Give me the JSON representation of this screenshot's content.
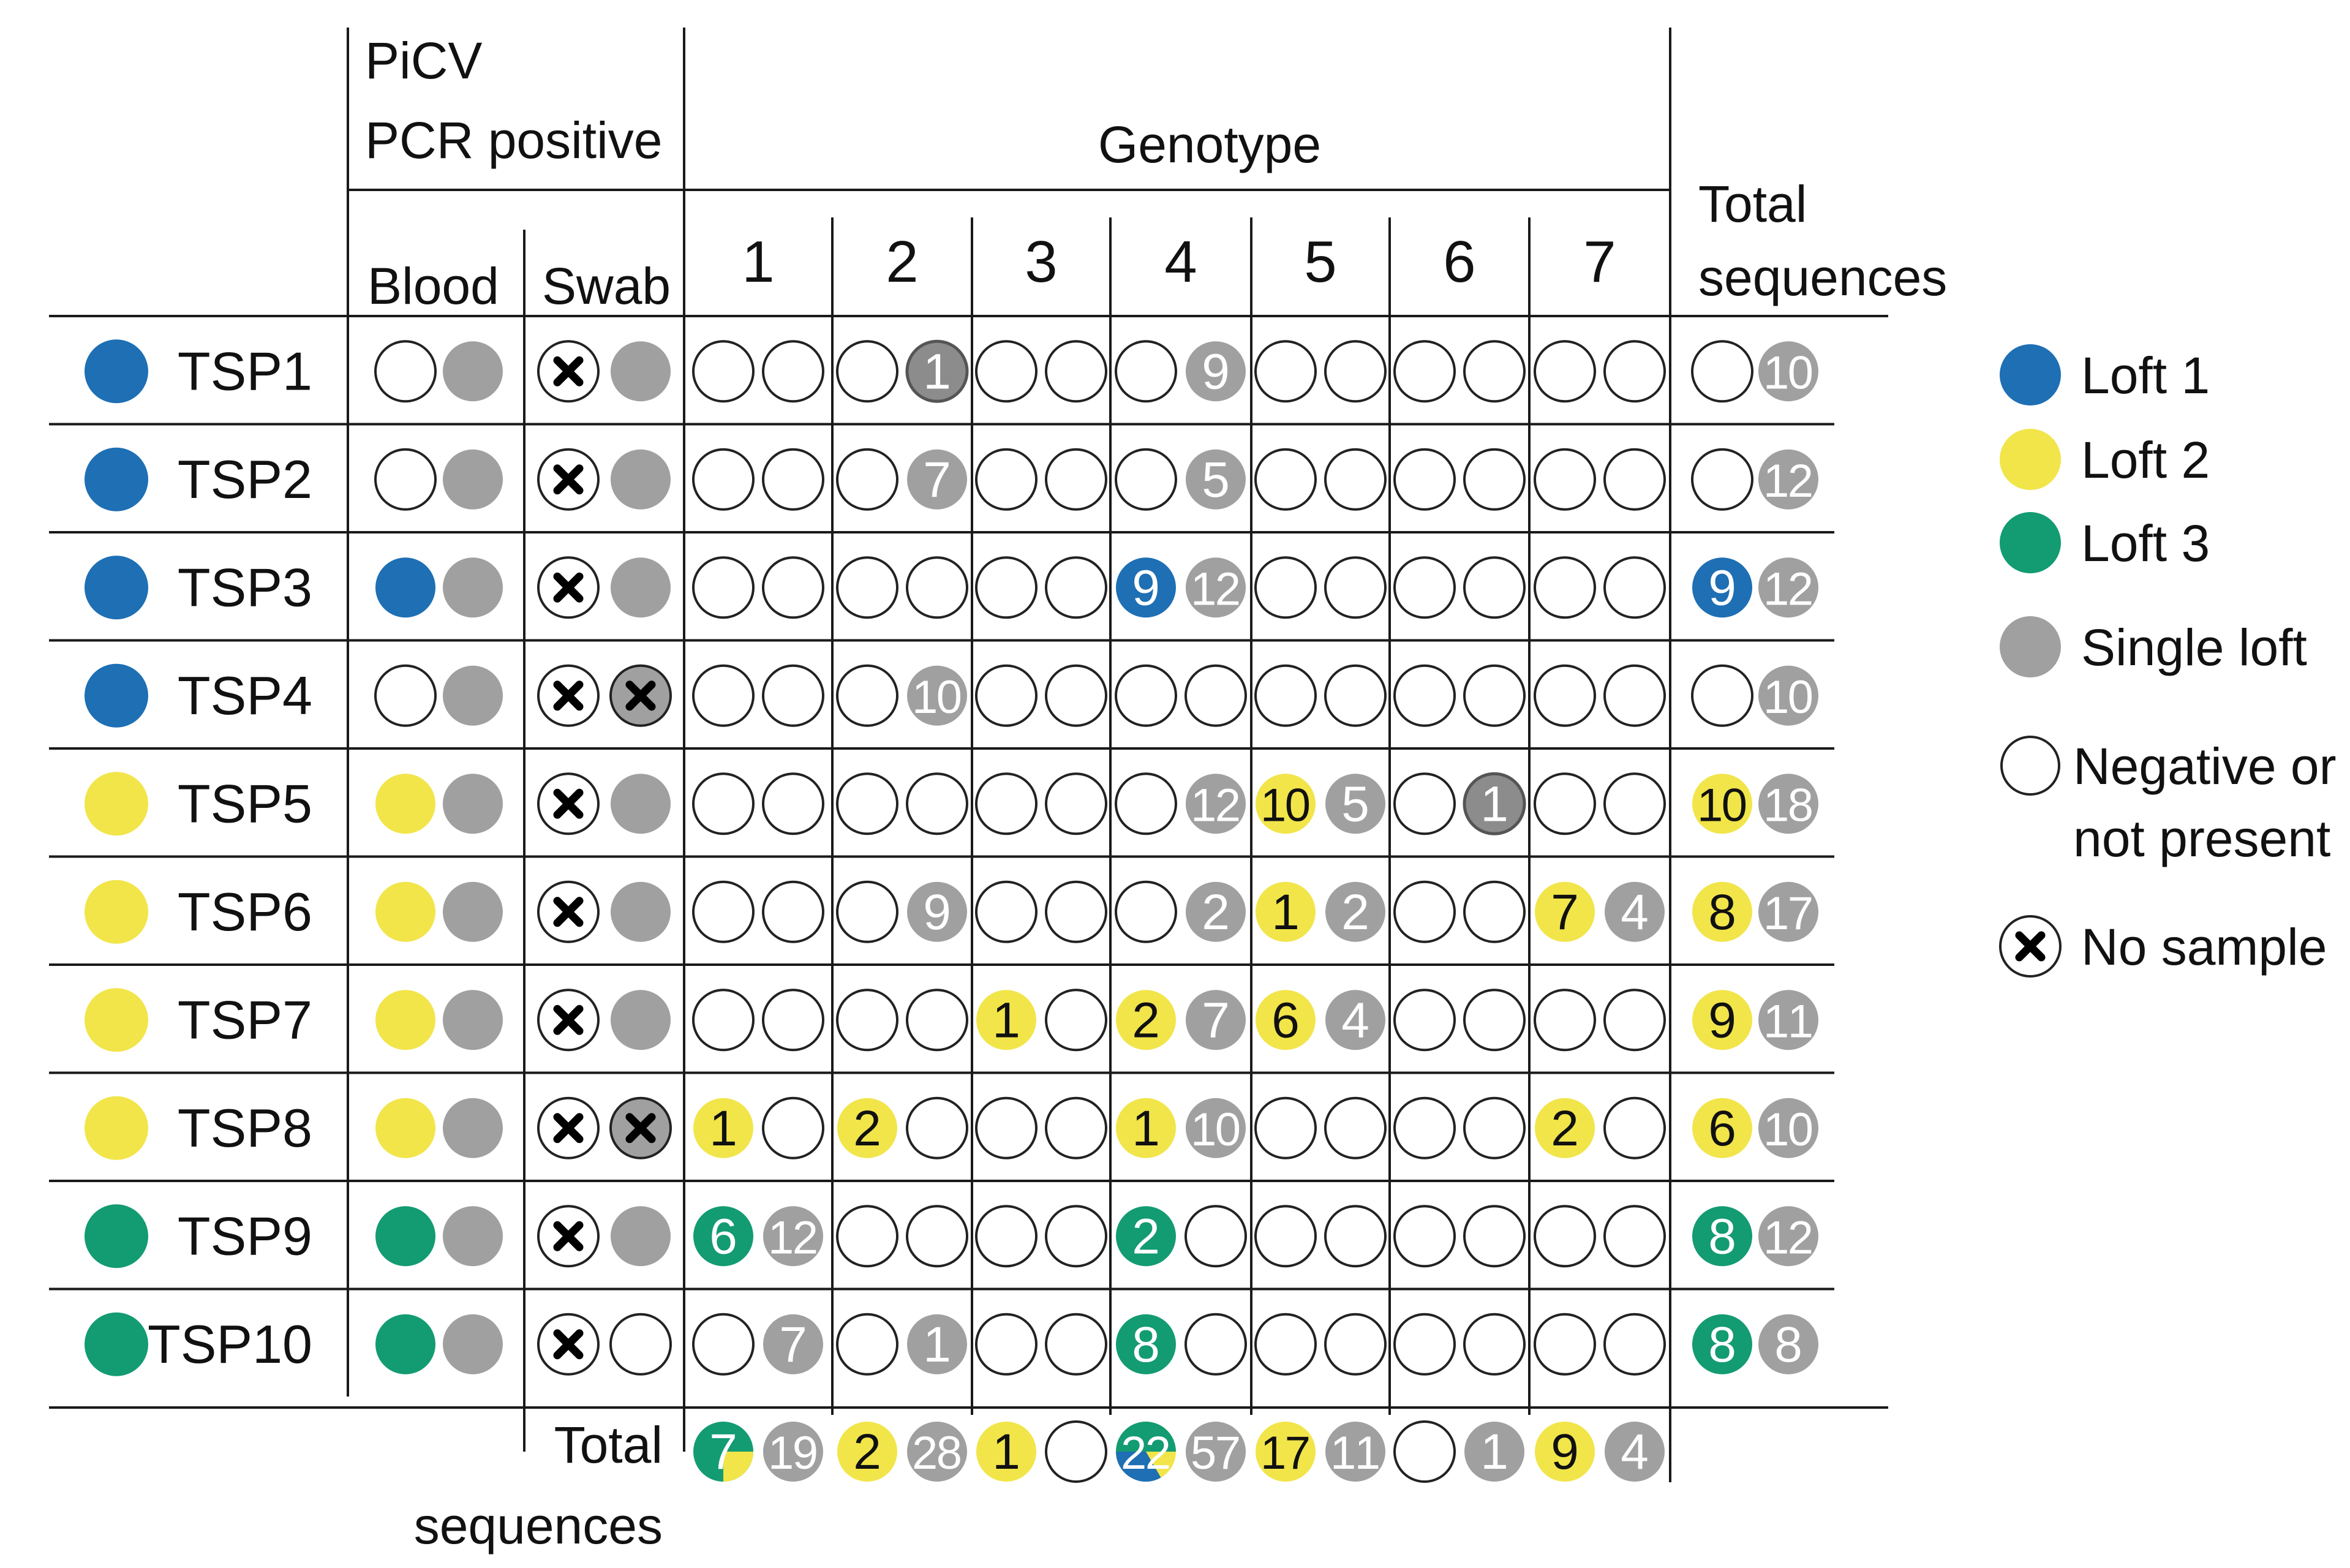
{
  "colors": {
    "loft1": "#1e6fb4",
    "loft2": "#f1e54a",
    "loft3": "#139b72",
    "single": "#a0a0a0",
    "single_dark": "#8c8c8c",
    "negative": "#ffffff",
    "outline": "#222222"
  },
  "headers": {
    "picv": "PiCV",
    "pcr_positive": "PCR positive",
    "blood": "Blood",
    "swab": "Swab",
    "genotype": "Genotype",
    "genotype_numbers": [
      "1",
      "2",
      "3",
      "4",
      "5",
      "6",
      "7"
    ],
    "total_sequences_line1": "Total",
    "total_sequences_line2": "sequences",
    "bottom_total_line1": "Total",
    "bottom_total_line2": "sequences"
  },
  "legend": [
    {
      "key": "loft1",
      "label": "Loft 1"
    },
    {
      "key": "loft2",
      "label": "Loft 2"
    },
    {
      "key": "loft3",
      "label": "Loft 3"
    },
    {
      "key": "single",
      "label": "Single loft"
    },
    {
      "key": "negative",
      "label": "Negative or",
      "label2": "not present"
    },
    {
      "key": "nosample",
      "label": "No sample"
    }
  ],
  "chart_data": {
    "type": "table",
    "rows": [
      {
        "name": "TSP1",
        "loft": "loft1",
        "blood": [
          "N",
          "S"
        ],
        "swab": [
          "X",
          "S"
        ],
        "genotypes": [
          [
            "N",
            "N"
          ],
          [
            "N",
            {
              "t": "Sd",
              "v": "1"
            }
          ],
          [
            "N",
            "N"
          ],
          [
            "N",
            {
              "t": "S",
              "v": "9"
            }
          ],
          [
            "N",
            "N"
          ],
          [
            "N",
            "N"
          ],
          [
            "N",
            "N"
          ]
        ],
        "total": [
          "N",
          {
            "t": "S",
            "v": "10"
          }
        ]
      },
      {
        "name": "TSP2",
        "loft": "loft1",
        "blood": [
          "N",
          "S"
        ],
        "swab": [
          "X",
          "S"
        ],
        "genotypes": [
          [
            "N",
            "N"
          ],
          [
            "N",
            {
              "t": "S",
              "v": "7"
            }
          ],
          [
            "N",
            "N"
          ],
          [
            "N",
            {
              "t": "S",
              "v": "5"
            }
          ],
          [
            "N",
            "N"
          ],
          [
            "N",
            "N"
          ],
          [
            "N",
            "N"
          ]
        ],
        "total": [
          "N",
          {
            "t": "S",
            "v": "12"
          }
        ]
      },
      {
        "name": "TSP3",
        "loft": "loft1",
        "blood": [
          "L1",
          "S"
        ],
        "swab": [
          "X",
          "S"
        ],
        "genotypes": [
          [
            "N",
            "N"
          ],
          [
            "N",
            "N"
          ],
          [
            "N",
            "N"
          ],
          [
            {
              "t": "L1",
              "v": "9"
            },
            {
              "t": "S",
              "v": "12"
            }
          ],
          [
            "N",
            "N"
          ],
          [
            "N",
            "N"
          ],
          [
            "N",
            "N"
          ]
        ],
        "total": [
          {
            "t": "L1",
            "v": "9"
          },
          {
            "t": "S",
            "v": "12"
          }
        ]
      },
      {
        "name": "TSP4",
        "loft": "loft1",
        "blood": [
          "N",
          "S"
        ],
        "swab": [
          "X",
          "XS"
        ],
        "genotypes": [
          [
            "N",
            "N"
          ],
          [
            "N",
            {
              "t": "S",
              "v": "10"
            }
          ],
          [
            "N",
            "N"
          ],
          [
            "N",
            "N"
          ],
          [
            "N",
            "N"
          ],
          [
            "N",
            "N"
          ],
          [
            "N",
            "N"
          ]
        ],
        "total": [
          "N",
          {
            "t": "S",
            "v": "10"
          }
        ]
      },
      {
        "name": "TSP5",
        "loft": "loft2",
        "blood": [
          "L2",
          "S"
        ],
        "swab": [
          "X",
          "S"
        ],
        "genotypes": [
          [
            "N",
            "N"
          ],
          [
            "N",
            "N"
          ],
          [
            "N",
            "N"
          ],
          [
            "N",
            {
              "t": "S",
              "v": "12"
            }
          ],
          [
            {
              "t": "L2",
              "v": "10"
            },
            {
              "t": "S",
              "v": "5"
            }
          ],
          [
            "N",
            {
              "t": "Sd",
              "v": "1"
            }
          ],
          [
            "N",
            "N"
          ]
        ],
        "total": [
          {
            "t": "L2",
            "v": "10"
          },
          {
            "t": "S",
            "v": "18"
          }
        ]
      },
      {
        "name": "TSP6",
        "loft": "loft2",
        "blood": [
          "L2",
          "S"
        ],
        "swab": [
          "X",
          "S"
        ],
        "genotypes": [
          [
            "N",
            "N"
          ],
          [
            "N",
            {
              "t": "S",
              "v": "9"
            }
          ],
          [
            "N",
            "N"
          ],
          [
            "N",
            {
              "t": "S",
              "v": "2"
            }
          ],
          [
            {
              "t": "L2",
              "v": "1"
            },
            {
              "t": "S",
              "v": "2"
            }
          ],
          [
            "N",
            "N"
          ],
          [
            {
              "t": "L2",
              "v": "7"
            },
            {
              "t": "S",
              "v": "4"
            }
          ]
        ],
        "total": [
          {
            "t": "L2",
            "v": "8"
          },
          {
            "t": "S",
            "v": "17"
          }
        ]
      },
      {
        "name": "TSP7",
        "loft": "loft2",
        "blood": [
          "L2",
          "S"
        ],
        "swab": [
          "X",
          "S"
        ],
        "genotypes": [
          [
            "N",
            "N"
          ],
          [
            "N",
            "N"
          ],
          [
            {
              "t": "L2",
              "v": "1"
            },
            "N"
          ],
          [
            {
              "t": "L2",
              "v": "2"
            },
            {
              "t": "S",
              "v": "7"
            }
          ],
          [
            {
              "t": "L2",
              "v": "6"
            },
            {
              "t": "S",
              "v": "4"
            }
          ],
          [
            "N",
            "N"
          ],
          [
            "N",
            "N"
          ]
        ],
        "total": [
          {
            "t": "L2",
            "v": "9"
          },
          {
            "t": "S",
            "v": "11"
          }
        ]
      },
      {
        "name": "TSP8",
        "loft": "loft2",
        "blood": [
          "L2",
          "S"
        ],
        "swab": [
          "X",
          "XS"
        ],
        "genotypes": [
          [
            {
              "t": "L2",
              "v": "1"
            },
            "N"
          ],
          [
            {
              "t": "L2",
              "v": "2"
            },
            "N"
          ],
          [
            "N",
            "N"
          ],
          [
            {
              "t": "L2",
              "v": "1"
            },
            {
              "t": "S",
              "v": "10"
            }
          ],
          [
            "N",
            "N"
          ],
          [
            "N",
            "N"
          ],
          [
            {
              "t": "L2",
              "v": "2"
            },
            "N"
          ]
        ],
        "total": [
          {
            "t": "L2",
            "v": "6"
          },
          {
            "t": "S",
            "v": "10"
          }
        ]
      },
      {
        "name": "TSP9",
        "loft": "loft3",
        "blood": [
          "L3",
          "S"
        ],
        "swab": [
          "X",
          "S"
        ],
        "genotypes": [
          [
            {
              "t": "L3",
              "v": "6"
            },
            {
              "t": "S",
              "v": "12"
            }
          ],
          [
            "N",
            "N"
          ],
          [
            "N",
            "N"
          ],
          [
            {
              "t": "L3",
              "v": "2"
            },
            "N"
          ],
          [
            "N",
            "N"
          ],
          [
            "N",
            "N"
          ],
          [
            "N",
            "N"
          ]
        ],
        "total": [
          {
            "t": "L3",
            "v": "8"
          },
          {
            "t": "S",
            "v": "12"
          }
        ]
      },
      {
        "name": "TSP10",
        "loft": "loft3",
        "blood": [
          "L3",
          "S"
        ],
        "swab": [
          "X",
          "N"
        ],
        "genotypes": [
          [
            "N",
            {
              "t": "S",
              "v": "7"
            }
          ],
          [
            "N",
            {
              "t": "S",
              "v": "1"
            }
          ],
          [
            "N",
            "N"
          ],
          [
            {
              "t": "L3",
              "v": "8"
            },
            "N"
          ],
          [
            "N",
            "N"
          ],
          [
            "N",
            "N"
          ],
          [
            "N",
            "N"
          ]
        ],
        "total": [
          {
            "t": "L3",
            "v": "8"
          },
          {
            "t": "S",
            "v": "8"
          }
        ]
      }
    ],
    "column_totals": [
      [
        {
          "t": "MIX13",
          "v": "7"
        },
        {
          "t": "S",
          "v": "19"
        }
      ],
      [
        {
          "t": "L2",
          "v": "2"
        },
        {
          "t": "S",
          "v": "28"
        }
      ],
      [
        {
          "t": "L2",
          "v": "1"
        },
        "N"
      ],
      [
        {
          "t": "MIX123",
          "v": "22"
        },
        {
          "t": "S",
          "v": "57"
        }
      ],
      [
        {
          "t": "L2",
          "v": "17"
        },
        {
          "t": "S",
          "v": "11"
        }
      ],
      [
        "N",
        {
          "t": "S",
          "v": "1"
        }
      ],
      [
        {
          "t": "L2",
          "v": "9"
        },
        {
          "t": "S",
          "v": "4"
        }
      ]
    ]
  }
}
